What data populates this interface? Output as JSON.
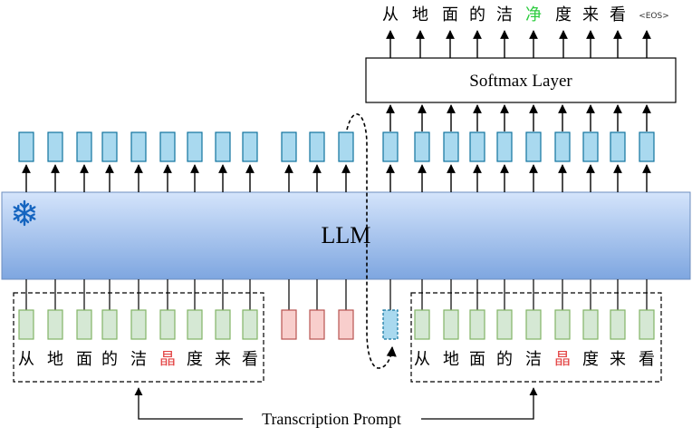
{
  "model": {
    "label": "LLM",
    "frozen_icon": "snowflake-icon"
  },
  "softmax": {
    "label": "Softmax Layer"
  },
  "prompt_label": "Transcription Prompt",
  "input_left_chars": [
    "从",
    "地",
    "面",
    "的",
    "洁",
    "晶",
    "度",
    "来",
    "看"
  ],
  "input_right_chars": [
    "从",
    "地",
    "面",
    "的",
    "洁",
    "晶",
    "度",
    "来",
    "看"
  ],
  "output_chars": [
    "从",
    "地",
    "面",
    "的",
    "洁",
    "净",
    "度",
    "来",
    "看"
  ],
  "eos_token": "<EOS>",
  "colors": {
    "hidden_token": "#a9d9ef",
    "text_token": "#d5e8d4",
    "audio_token": "#f8cecc",
    "separator_token": "#a9d9ef",
    "error_char": "#e34444",
    "corrected_char": "#2ecc40",
    "llm_top": "#d4e4fb",
    "llm_bottom": "#7ea6e0"
  }
}
